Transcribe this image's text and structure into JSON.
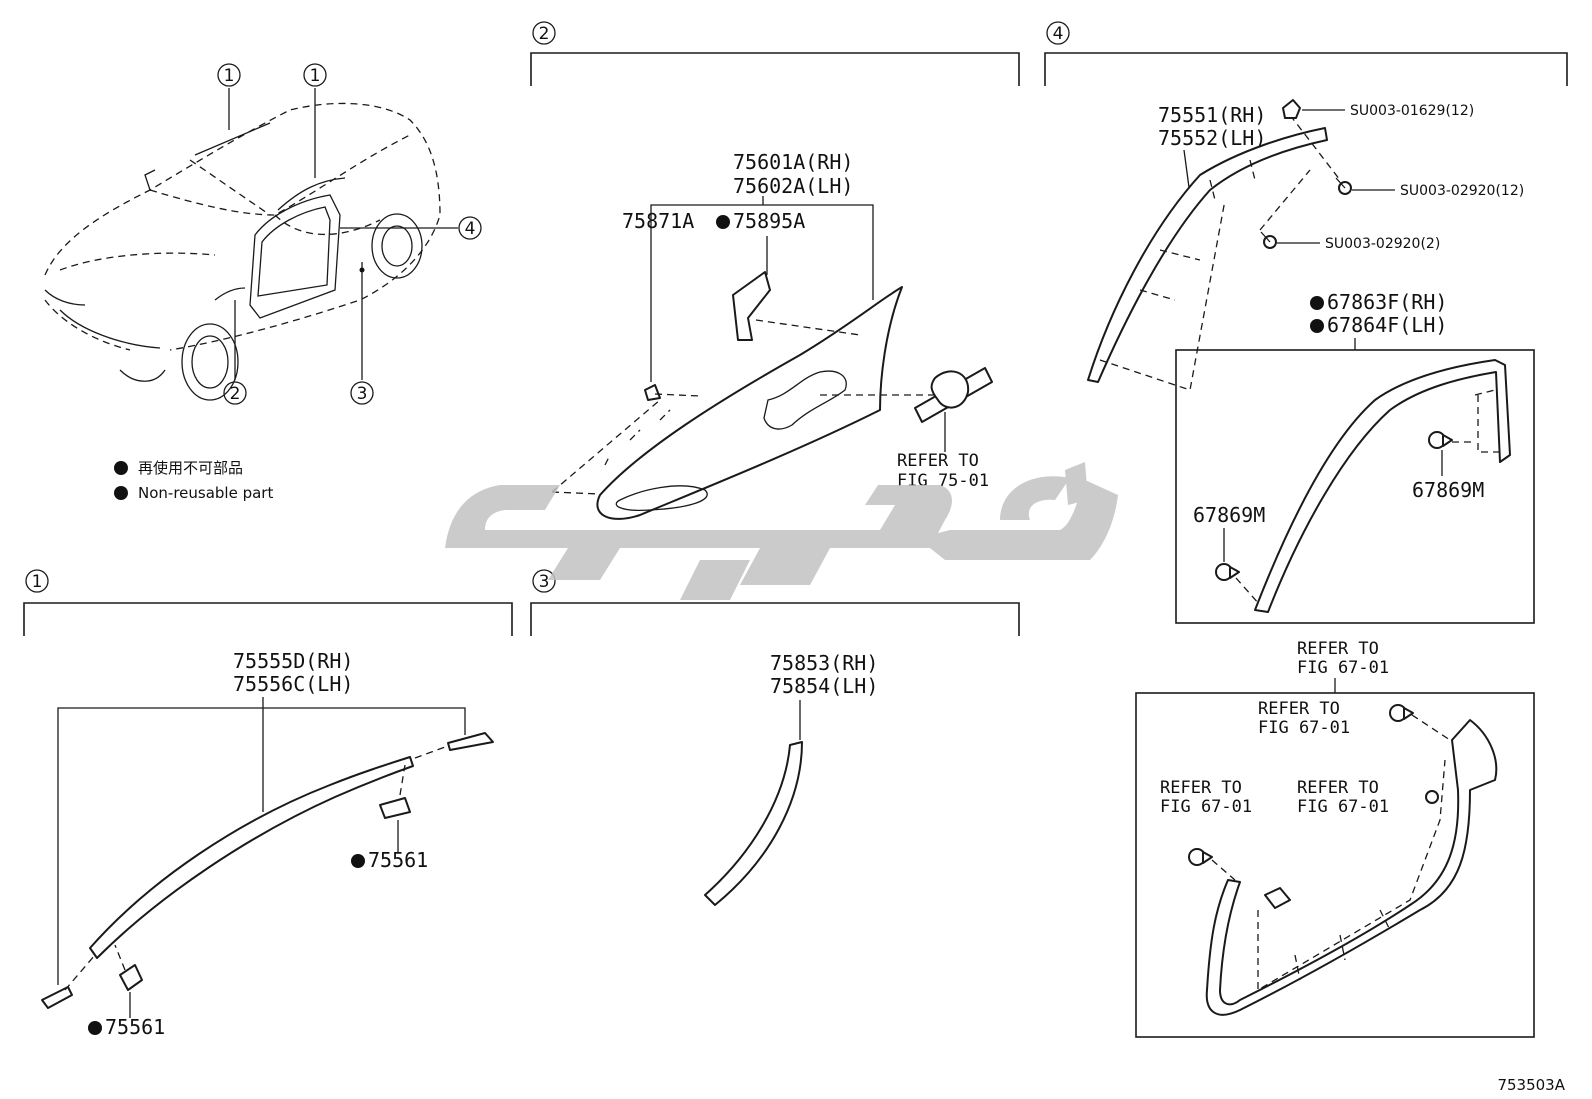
{
  "callouts": {
    "c1": "1",
    "c2": "2",
    "c3": "3",
    "c4": "4"
  },
  "legend": {
    "line1": "再使用不可部品",
    "line2": "Non-reusable part"
  },
  "section2": {
    "part_rh": "75601A(RH)",
    "part_lh": "75602A(LH)",
    "clip": "75871A",
    "pad": "75895A",
    "refer_1": "REFER TO",
    "refer_2": "FIG 75-01"
  },
  "section4": {
    "molding_rh": "75551(RH)",
    "molding_lh": "75552(LH)",
    "su1": "SU003-01629(12)",
    "su2": "SU003-02920(12)",
    "su3": "SU003-02920(2)",
    "weather_rh": "67863F(RH)",
    "weather_lh": "67864F(LH)",
    "clip_a": "67869M",
    "clip_b": "67869M",
    "refer_top_1": "REFER TO",
    "refer_top_2": "FIG 67-01",
    "refer_a_1": "REFER TO",
    "refer_a_2": "FIG 67-01",
    "refer_b_1": "REFER TO",
    "refer_b_2": "FIG 67-01",
    "refer_c_1": "REFER TO",
    "refer_c_2": "FIG 67-01"
  },
  "section1": {
    "part_rh": "75555D(RH)",
    "part_lh": "75556C(LH)",
    "clip_upper": "75561",
    "clip_lower": "75561"
  },
  "section3": {
    "part_rh": "75853(RH)",
    "part_lh": "75854(LH)"
  },
  "figure_code": "753503A"
}
